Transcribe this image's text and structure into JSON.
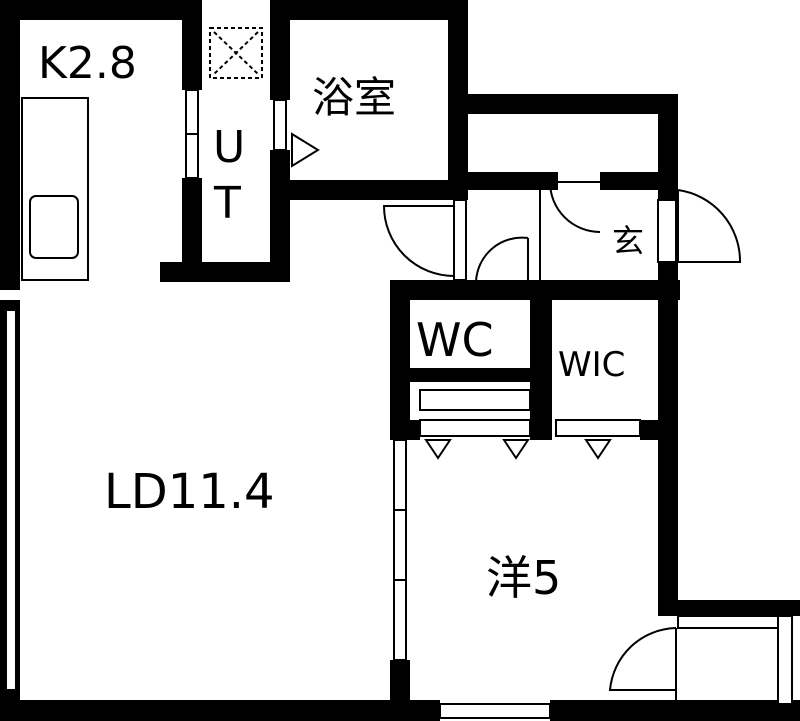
{
  "rooms": {
    "kitchen": "K2.8",
    "bathroom": "浴室",
    "utility_top": "U",
    "utility_bottom": "T",
    "entrance": "玄",
    "toilet": "WC",
    "closet": "WIC",
    "living_dining": "LD11.4",
    "western_room": "洋5"
  },
  "colors": {
    "wall": "#000000",
    "background": "#ffffff"
  }
}
